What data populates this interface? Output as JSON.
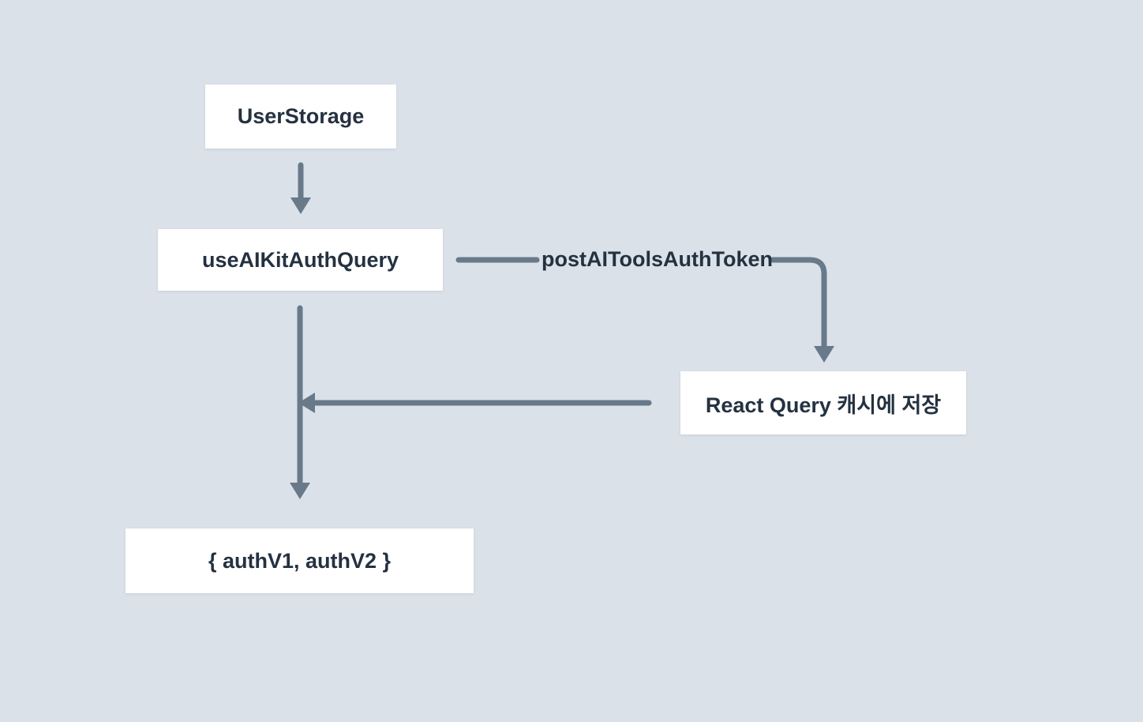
{
  "diagram": {
    "title": "auth token flow diagram",
    "nodes": {
      "user_storage": {
        "label": "UserStorage"
      },
      "use_ai_kit_auth_query": {
        "label": "useAIKitAuthQuery"
      },
      "react_query_cache": {
        "label": "React Query 캐시에 저장"
      },
      "auth_result": {
        "label": "{ authV1, authV2 }"
      }
    },
    "edges": {
      "user_storage_to_hook": "UserStorage → useAIKitAuthQuery (down arrow)",
      "hook_to_post_token": {
        "label": "postAIToolsAuthToken"
      },
      "post_token_to_cache": "postAIToolsAuthToken → React Query 캐시에 저장 (elbow down arrow)",
      "cache_to_hook_line": "React Query 캐시에 저장 → vertical flow line (left arrow)",
      "hook_to_auth_result": "useAIKitAuthQuery → { authV1, authV2 } (down arrow)"
    },
    "colors": {
      "background": "#dbe1e8",
      "node_background": "#ffffff",
      "arrow": "#68798a",
      "text": "#243140"
    }
  }
}
